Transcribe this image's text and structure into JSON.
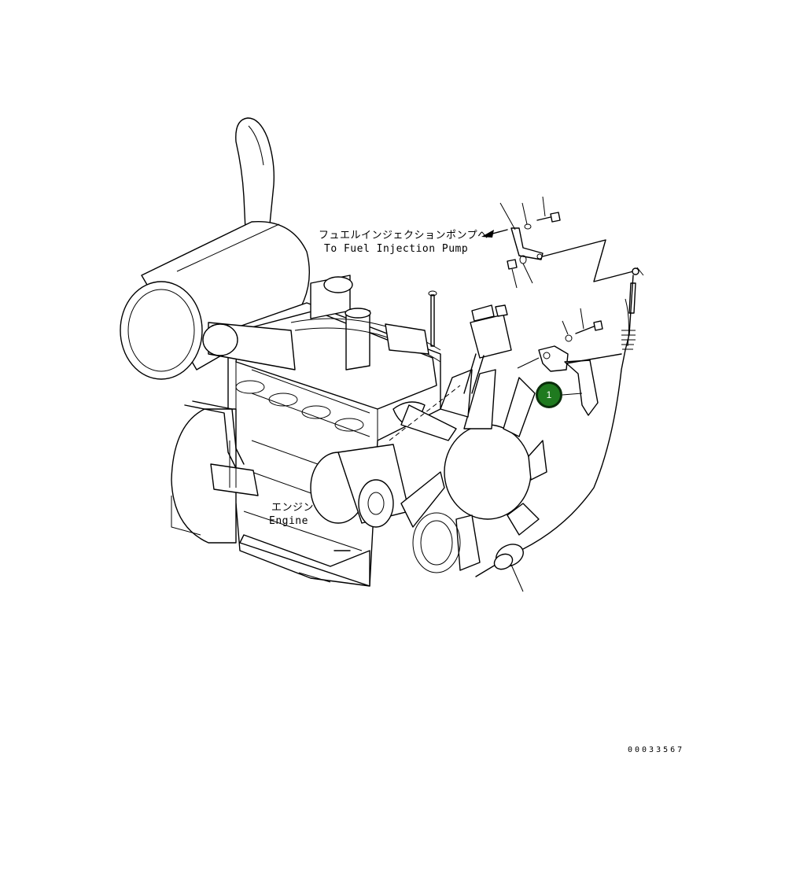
{
  "labels": {
    "fuel_pump_jp": "フュエルインジェクションポンプへ",
    "fuel_pump_en": "To Fuel Injection Pump",
    "engine_jp": "エンジン",
    "engine_en": "Engine",
    "drawing_number": "00033567"
  },
  "callouts": [
    {
      "number": "1"
    }
  ],
  "colors": {
    "callout_fill": "#1f7a1f",
    "callout_border": "#0b2e0b",
    "line": "#000000"
  }
}
